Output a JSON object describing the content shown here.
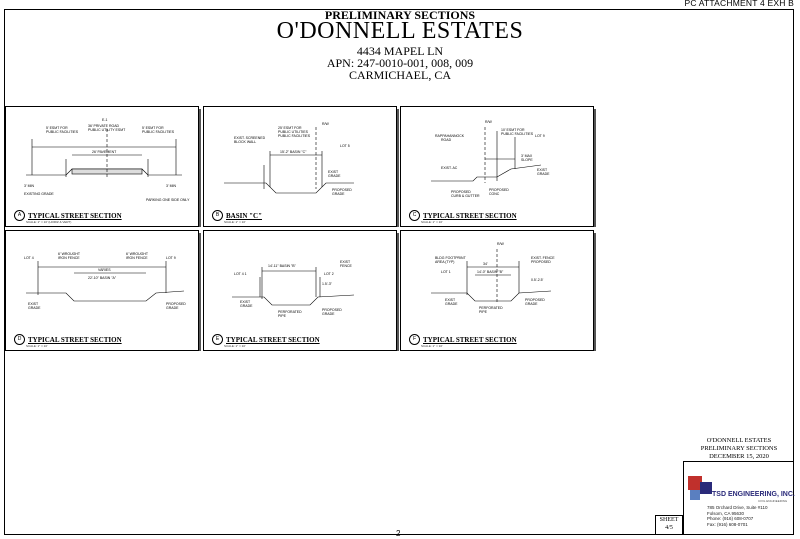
{
  "attachment_label": "PC ATTACHMENT 4 EXH B",
  "header": {
    "subtitle": "PRELIMINARY SECTIONS",
    "title": "O'DONNELL ESTATES",
    "address": "4434 MAPEL LN",
    "apn": "APN: 247-0010-001, 008, 009",
    "city": "CARMICHAEL, CA"
  },
  "panels": [
    {
      "badge": "A",
      "label": "TYPICAL STREET SECTION",
      "scale": "SCALE: 1\" = 10' (HORIZ & VERT)"
    },
    {
      "badge": "B",
      "label": "BASIN \"C\"",
      "scale": "SCALE: 1\" = 10'"
    },
    {
      "badge": "C",
      "label": "TYPICAL STREET SECTION",
      "scale": "SCALE: 1\" = 10'"
    },
    {
      "badge": "D",
      "label": "TYPICAL STREET SECTION",
      "scale": "SCALE: 1\" = 10'"
    },
    {
      "badge": "E",
      "label": "TYPICAL STREET SECTION",
      "scale": "SCALE: 1\" = 10'"
    },
    {
      "badge": "F",
      "label": "TYPICAL STREET SECTION",
      "scale": "SCALE: 1\" = 10'"
    }
  ],
  "title_block": {
    "project": "O'DONNELL ESTATES",
    "drawing": "PRELIMINARY SECTIONS",
    "date": "DECEMBER 15, 2020"
  },
  "company": {
    "name": "TSD ENGINEERING, INC.",
    "tagline": "CIVIL ENGINEERING",
    "address_lines": [
      "785 Orchard Drive, Suite #110",
      "Folsom, CA 95630",
      "Phone: (916) 608-0707",
      "Fax: (916) 608-0701"
    ],
    "colors": {
      "red": "#c0302c",
      "navy": "#2a2a7a",
      "blue": "#5a7fc0"
    }
  },
  "sheet": {
    "label": "SHEET",
    "number": "4/5"
  },
  "page_number": "2"
}
